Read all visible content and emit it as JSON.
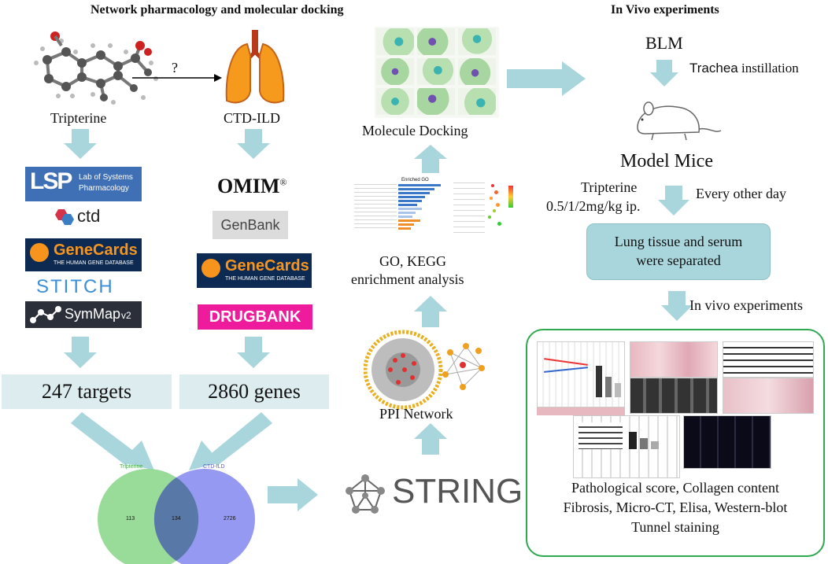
{
  "headers": {
    "left": "Network pharmacology and molecular docking",
    "right": "In Vivo experiments"
  },
  "left": {
    "compound_label": "Tripterine",
    "question_mark": "?",
    "disease_label": "CTD-ILD",
    "compound_dbs": {
      "lsp_mark": "LSP",
      "lsp_text1": "Lab of Systems",
      "lsp_text2": "Pharmacology",
      "ctd": "ctd",
      "genecards": "GeneCards",
      "genecards_sub": "THE HUMAN GENE DATABASE",
      "stitch": "STITCH",
      "symmap": "SymMap",
      "symmap_v": "v2"
    },
    "disease_dbs": {
      "omim": "OMIM",
      "omim_reg": "®",
      "genbank": "GenBank",
      "genecards": "GeneCards",
      "genecards_sub": "THE HUMAN GENE DATABASE",
      "drugbank": "DRUGBANK"
    },
    "targets": "247 targets",
    "genes": "2860 genes",
    "venn": {
      "left_title": "Tripterine",
      "right_title": "CTD-ILD",
      "left_only": "113",
      "overlap": "134",
      "right_only": "2726"
    }
  },
  "middle": {
    "docking_label": "Molecule Docking",
    "enrich_label_1": "GO, KEGG",
    "enrich_label_2": "enrichment analysis",
    "enrich_chart_title": "Enriched GO",
    "ppi_label": "PPI Network",
    "string": "STRING"
  },
  "right": {
    "blm": "BLM",
    "trachea": "Trachea",
    "instillation": " instillation",
    "model_mice": "Model Mice",
    "dose_1": "Tripterine",
    "dose_2": "0.5/1/2mg/kg ip.",
    "every_other_day": "Every other day",
    "tissue_box_1": "Lung tissue and serum",
    "tissue_box_2": "were separated",
    "in_vivo": "In vivo experiments",
    "results_1": "Pathological score, Collagen content",
    "results_2": "Fibrosis, Micro-CT, Elisa, Western-blot",
    "results_3": "Tunnel staining"
  },
  "colors": {
    "arrow": "#a9d6dc",
    "count_bg": "#dcecef",
    "venn_left": "#8ed88e",
    "venn_right": "#8a8ef0",
    "genecards_bg": "#0d2b52",
    "genecards_orange": "#f7941d",
    "drugbank": "#ee1b9c",
    "stitch": "#3a8fd6",
    "results_border": "#2fa84f"
  }
}
